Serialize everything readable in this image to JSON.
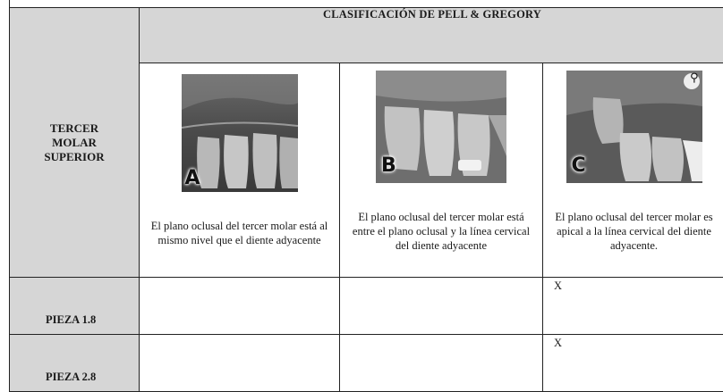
{
  "table": {
    "title": "CLASIFICACIÓN DE PELL & GREGORY",
    "row_header": "TERCER MOLAR SUPERIOR",
    "classes": [
      {
        "letter": "A",
        "description": "El plano oclusal del tercer molar está al mismo nivel que el diente adyacente"
      },
      {
        "letter": "B",
        "description": "El plano oclusal del tercer molar está entre el plano oclusal y la línea cervical del diente adyacente"
      },
      {
        "letter": "C",
        "description": "El plano oclusal del tercer molar es apical a la línea cervical del diente adyacente."
      }
    ],
    "pieces": [
      {
        "label": "PIEZA 1.8",
        "marks": [
          "",
          "",
          "X"
        ]
      },
      {
        "label": "PIEZA 2.8",
        "marks": [
          "",
          "",
          "X"
        ]
      }
    ]
  },
  "icons": {
    "xray_image": "dental-radiograph-image",
    "corner_symbol": "female-symbol-icon"
  }
}
